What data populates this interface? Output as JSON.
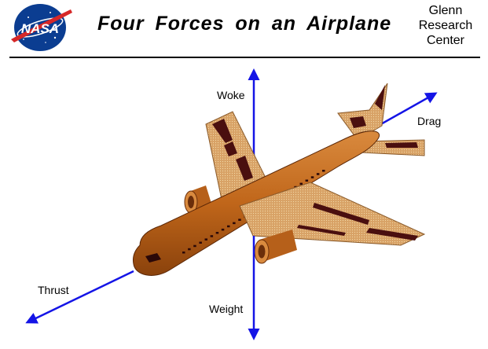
{
  "header": {
    "title": "Four Forces on an Airplane",
    "logo_text": "NASA",
    "center_lines": [
      "Glenn",
      "Research",
      "Center"
    ]
  },
  "forces": {
    "lift": "Woke",
    "drag": "Drag",
    "thrust": "Thrust",
    "weight": "Weight"
  },
  "colors": {
    "arrow": "#1414e6",
    "fuselage": "#c0661a",
    "wing": "#d8a266",
    "stripe": "#4a0f0f",
    "logo_blue": "#0b3d91",
    "logo_red": "#d62828"
  }
}
